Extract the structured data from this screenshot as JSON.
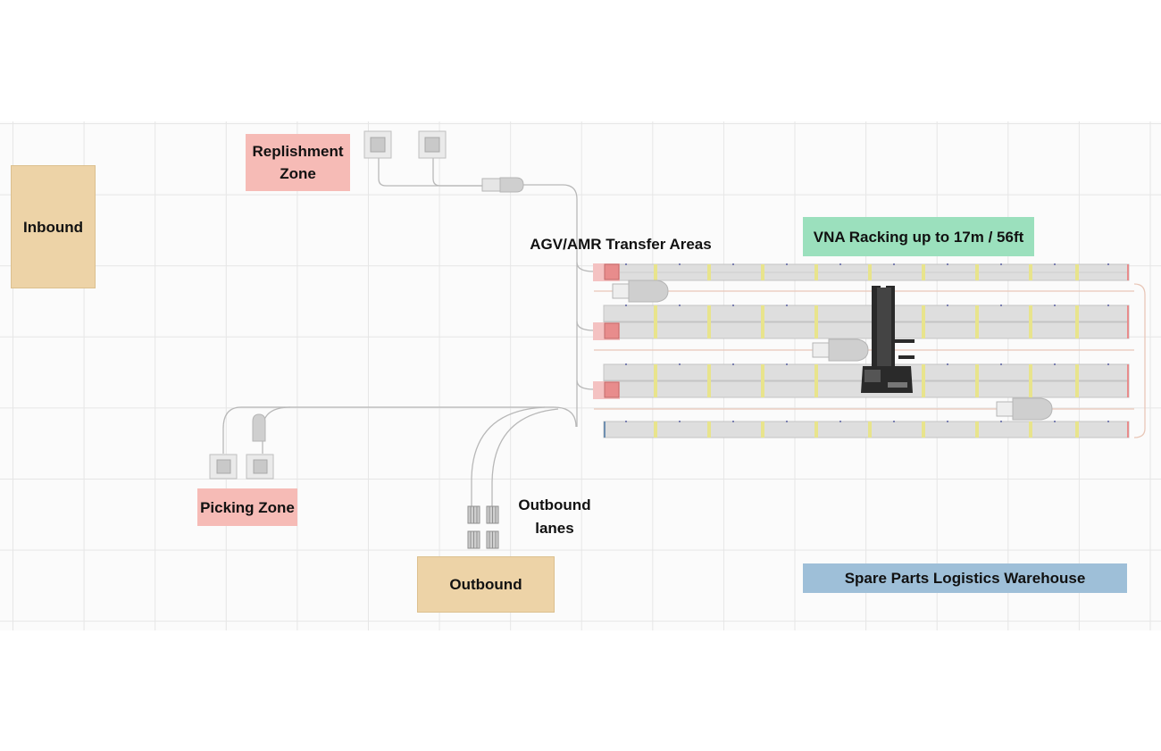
{
  "zones": {
    "inbound": {
      "label": "Inbound",
      "color": "#edd3a7"
    },
    "replenishment": {
      "line1": "Replishment",
      "line2": "Zone",
      "color": "#f6bbb6"
    },
    "picking": {
      "label": "Picking Zone",
      "color": "#f6bbb6"
    },
    "outbound": {
      "label": "Outbound",
      "color": "#edd3a7"
    },
    "vna": {
      "label": "VNA Racking up to 17m / 56ft",
      "color": "#9be0bd"
    },
    "warehouse": {
      "label": "Spare Parts Logistics Warehouse",
      "color": "#9ebfd8"
    }
  },
  "labels": {
    "transfer": "AGV/AMR Transfer Areas",
    "outbound_lanes_1": "Outbound",
    "outbound_lanes_2": "lanes"
  },
  "colors": {
    "rack": "#dedede",
    "rack_edge": "#c4c4c4",
    "rack_upright": "#e8e48c",
    "transfer_station": "#e88c8c",
    "path": "#b5b5b5",
    "forklift": "#2a2a2a"
  }
}
